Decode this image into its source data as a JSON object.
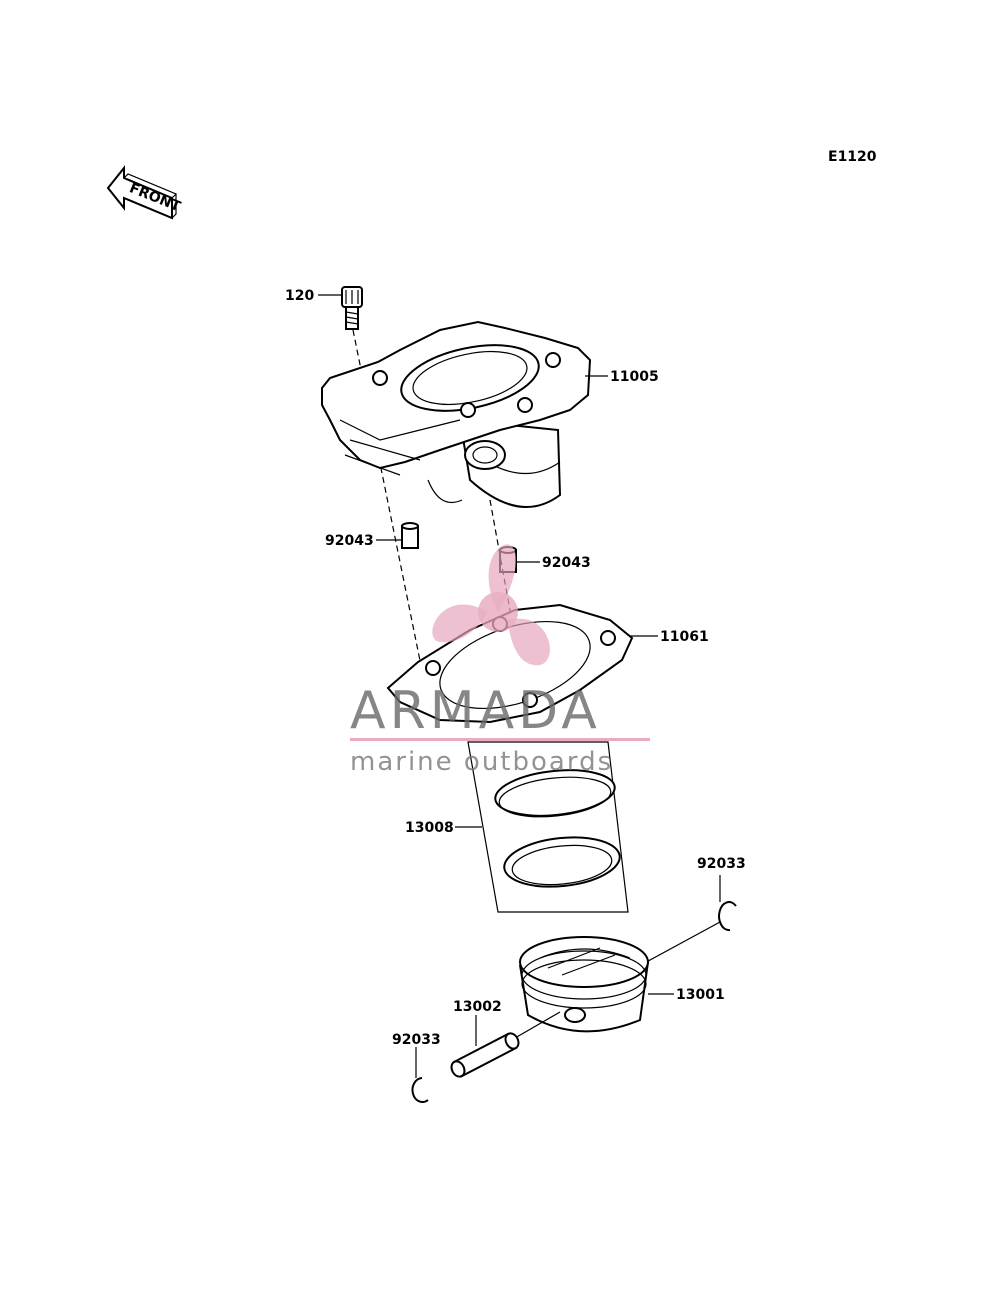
{
  "diagram": {
    "code": "E1120",
    "front_text": "FRONT",
    "parts": {
      "bolt": "120",
      "cylinder": "11005",
      "dowel_left": "92043",
      "dowel_right": "92043",
      "gasket": "11061",
      "ring_set": "13008",
      "circlip_right": "92033",
      "piston": "13001",
      "piston_pin": "13002",
      "circlip_left": "92033"
    }
  },
  "watermark": {
    "brand": "ARMADA",
    "tagline": "marine outboards",
    "brand_color": "#6b6b6b",
    "accent_color": "#e6a4bb"
  }
}
